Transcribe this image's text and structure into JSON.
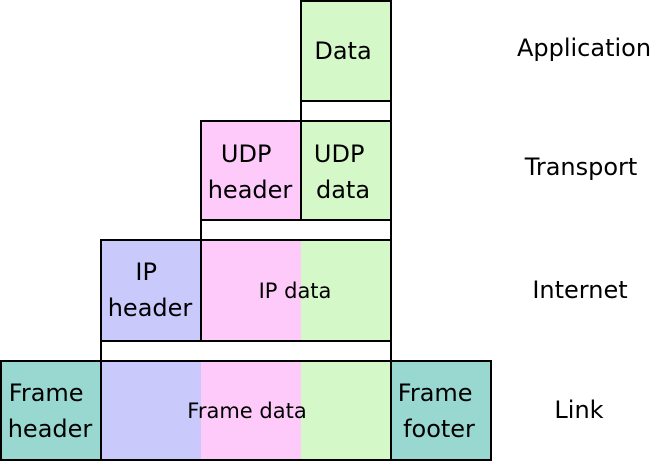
{
  "colors": {
    "data": "#d5f8c8",
    "udp_header": "#fdcaf9",
    "ip_header": "#cac9fb",
    "frame": "#99d8d0",
    "border": "#000000",
    "background": "#ffffff"
  },
  "blocks": {
    "data": "Data",
    "udp_header": [
      "UDP",
      "header"
    ],
    "udp_data": [
      "UDP",
      "data"
    ],
    "ip_header": [
      "IP",
      "header"
    ],
    "ip_data": "IP data",
    "frame_header": [
      "Frame",
      "header"
    ],
    "frame_data": "Frame data",
    "frame_footer": [
      "Frame",
      "footer"
    ]
  },
  "layers": {
    "application": "Application",
    "transport": "Transport",
    "internet": "Internet",
    "link": "Link"
  }
}
